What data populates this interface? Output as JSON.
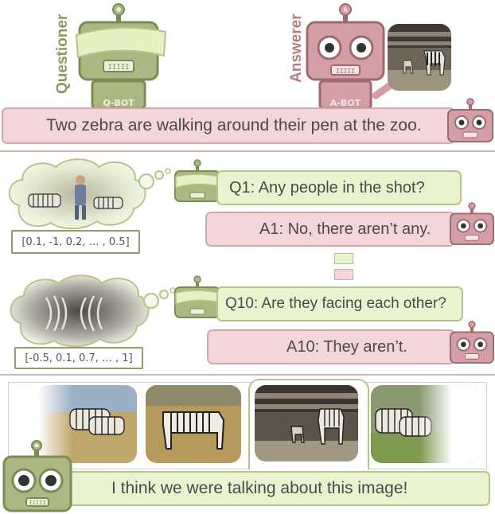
{
  "caption": "Two zebra are walking around their pen at the zoo.",
  "robots": {
    "questioner_label": "Questioner",
    "answerer_label": "Answerer",
    "qbot_name": "Q-BOT",
    "abot_name": "A-BOT",
    "mouth": "IIIII"
  },
  "round1": {
    "question": "Q1: Any people in the shot?",
    "answer": "A1: No, there aren’t any.",
    "vector": "[0.1, -1, 0.2, … , 0.5]"
  },
  "round10": {
    "question": "Q10: Are they facing each other?",
    "answer": "A10: They aren’t.",
    "vector": "[-0.5, 0.1, 0.7, … , 1]"
  },
  "guess": {
    "text": "I think we were talking about this image!"
  },
  "colors": {
    "green_fill": "#eaf3cf",
    "green_border": "#b5c58a",
    "pink_fill": "#f3d6d9",
    "pink_border": "#d4a7ac",
    "qbot_body": "#aab882",
    "abot_body": "#d39fa4"
  }
}
